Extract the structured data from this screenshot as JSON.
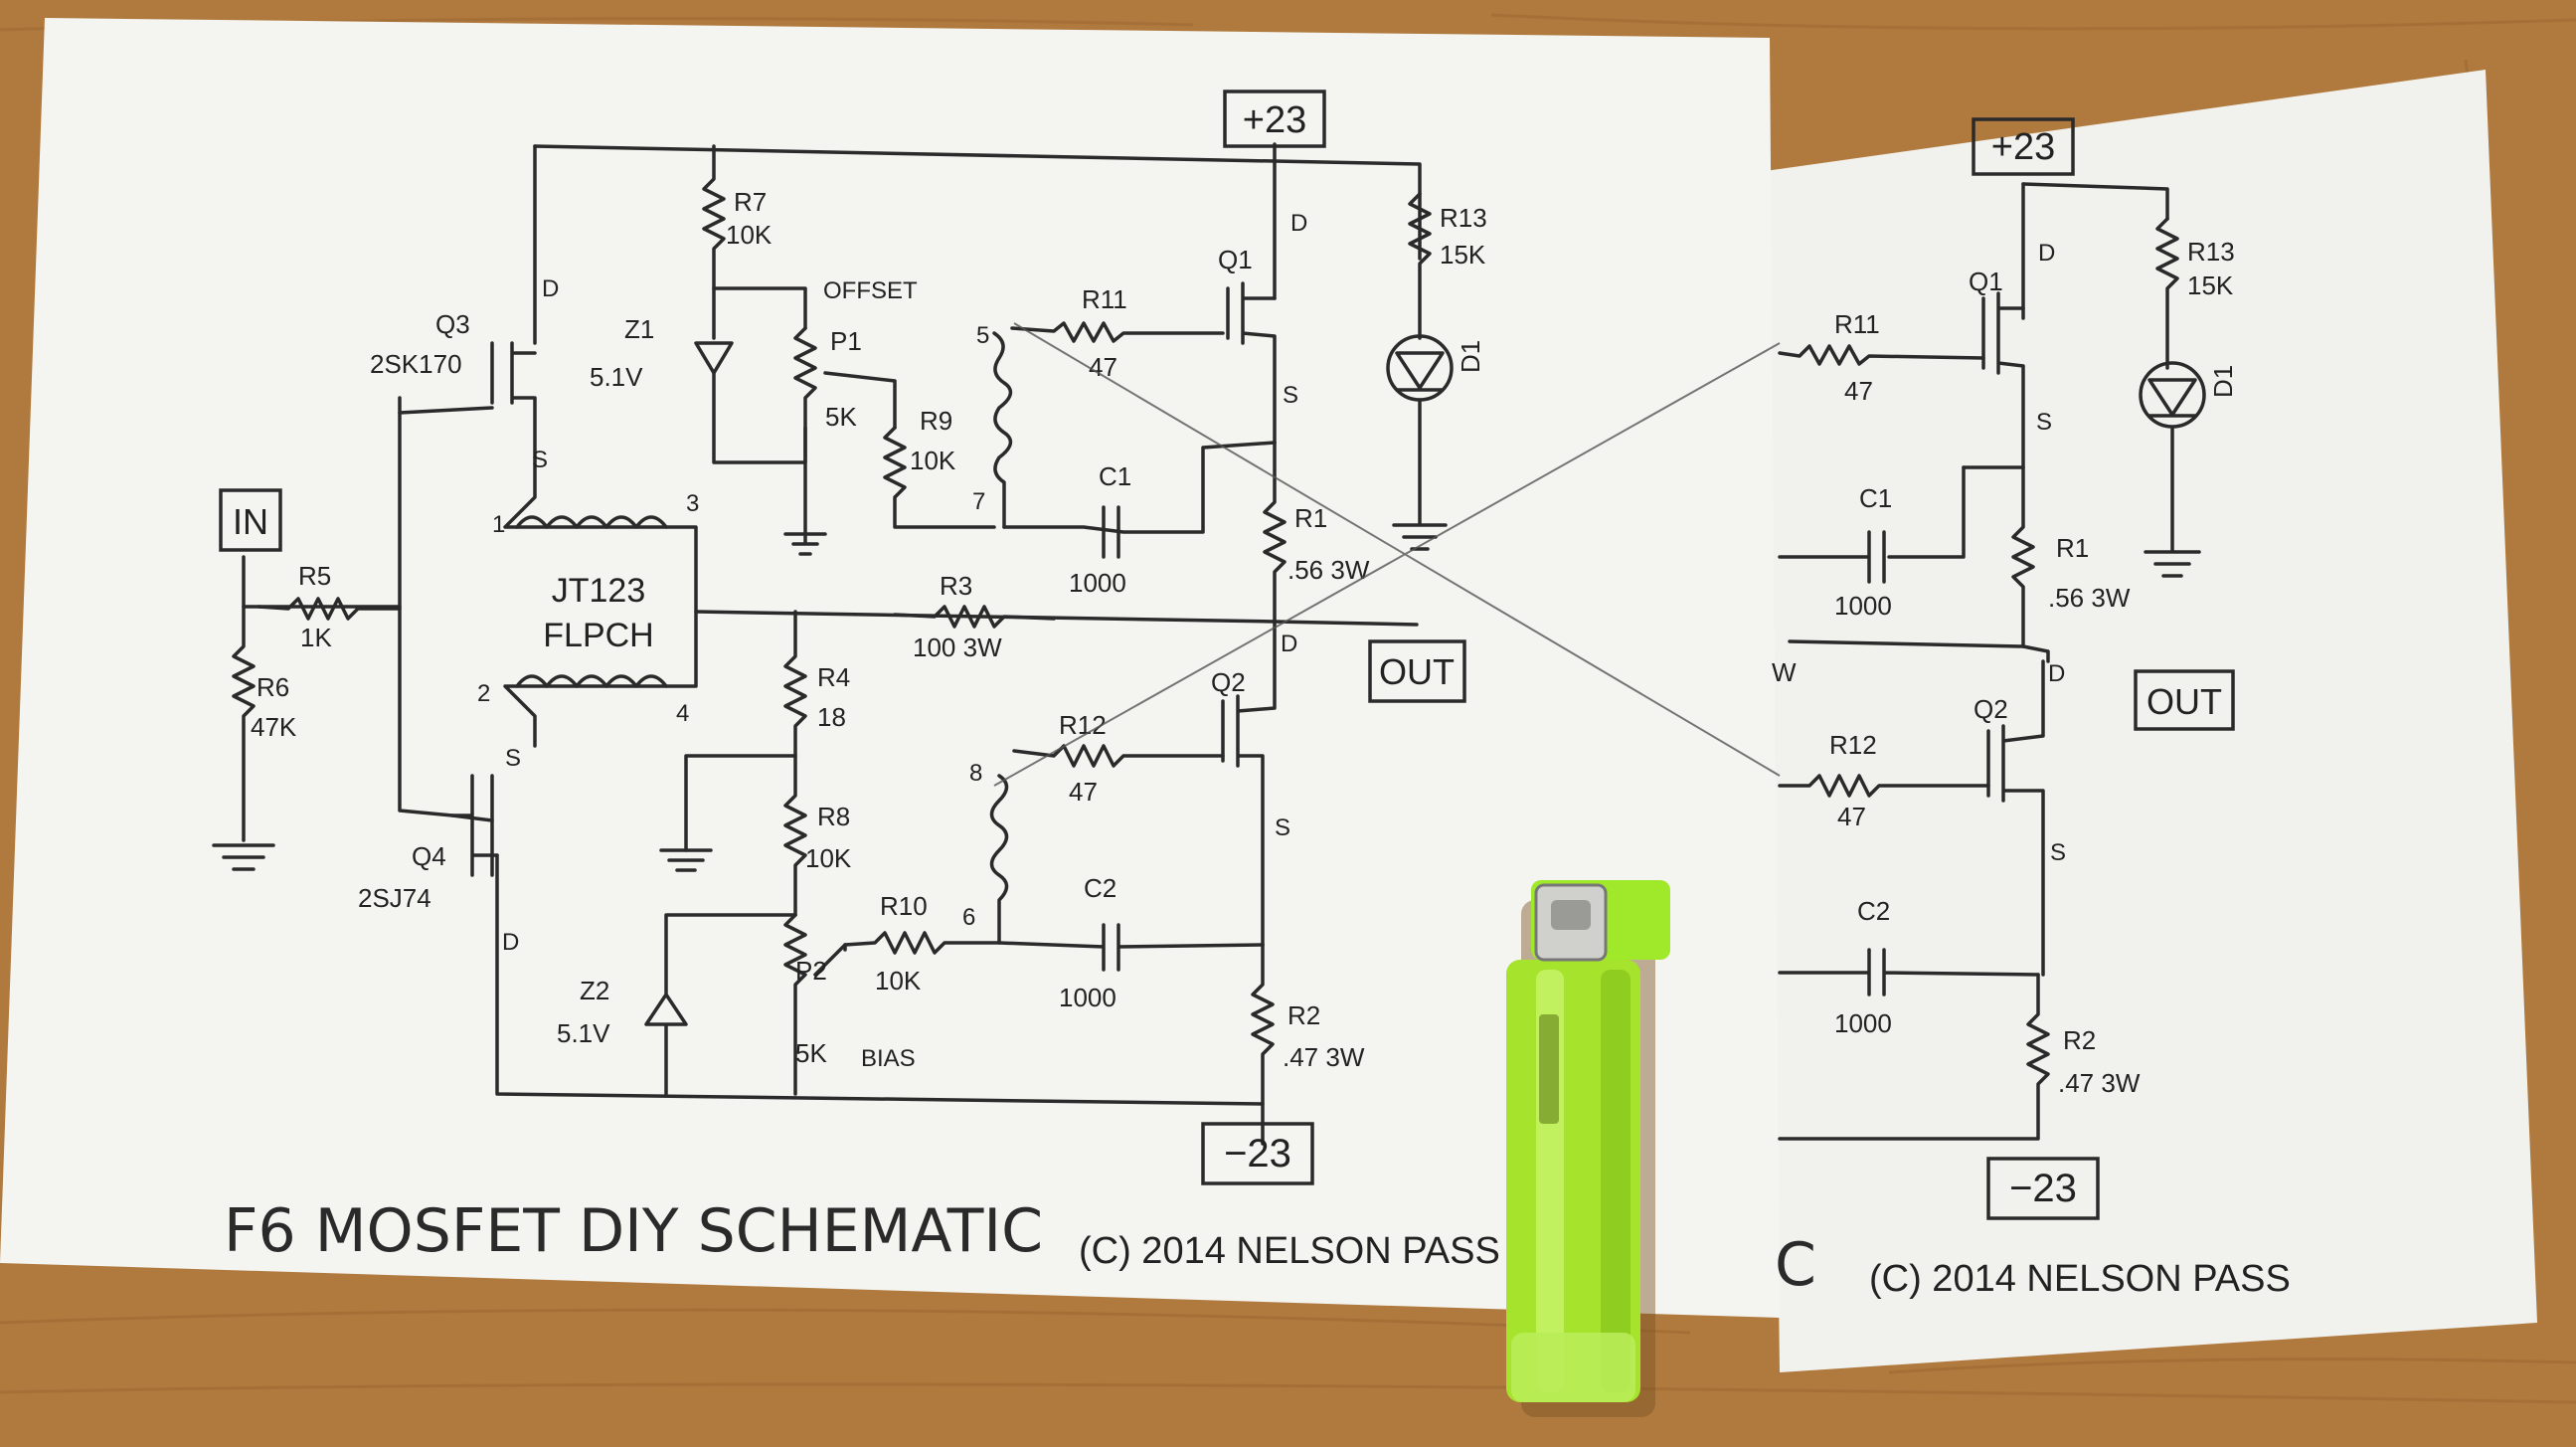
{
  "main_sheet": {
    "title": "F6 MOSFET DIY SCHEMATIC",
    "copyright": "(C) 2014 NELSON PASS",
    "rails": {
      "pos": "+23",
      "neg": "−23"
    },
    "terminals": {
      "in": "IN",
      "out": "OUT"
    },
    "transformer": {
      "line1": "JT123",
      "line2": "FLPCH"
    },
    "pins": {
      "p1": "1",
      "p2": "2",
      "p3": "3",
      "p4": "4",
      "p5": "5",
      "p6": "6",
      "p7": "7",
      "p8": "8"
    },
    "components": {
      "r1": {
        "name": "R1",
        "value": ".56 3W"
      },
      "r2": {
        "name": "R2",
        "value": ".47 3W"
      },
      "r3": {
        "name": "R3",
        "value": "100 3W"
      },
      "r4": {
        "name": "R4",
        "value": "18"
      },
      "r5": {
        "name": "R5",
        "value": "1K"
      },
      "r6": {
        "name": "R6",
        "value": "47K"
      },
      "r7": {
        "name": "R7",
        "value": "10K"
      },
      "r8": {
        "name": "R8",
        "value": "10K"
      },
      "r9": {
        "name": "R9",
        "value": "10K"
      },
      "r10": {
        "name": "R10",
        "value": "10K"
      },
      "r11": {
        "name": "R11",
        "value": "47"
      },
      "r12": {
        "name": "R12",
        "value": "47"
      },
      "r13": {
        "name": "R13",
        "value": "15K"
      },
      "c1": {
        "name": "C1",
        "value": "1000"
      },
      "c2": {
        "name": "C2",
        "value": "1000"
      },
      "z1": {
        "name": "Z1",
        "value": "5.1V"
      },
      "z2": {
        "name": "Z2",
        "value": "5.1V"
      },
      "p1": {
        "name": "P1",
        "value": "5K",
        "note": "OFFSET"
      },
      "p2": {
        "name": "P2",
        "value": "5K",
        "note": "BIAS"
      },
      "q1": {
        "name": "Q1"
      },
      "q2": {
        "name": "Q2"
      },
      "q3": {
        "name": "Q3",
        "part": "2SK170"
      },
      "q4": {
        "name": "Q4",
        "part": "2SJ74"
      },
      "d1": {
        "name": "D1"
      }
    },
    "pin_letters": {
      "d": "D",
      "s": "S"
    }
  },
  "second_sheet": {
    "title_fragment": "C",
    "left_edge_fragment": "W",
    "copyright": "(C) 2014 NELSON PASS",
    "rails": {
      "pos": "+23",
      "neg": "−23"
    },
    "terminals": {
      "out": "OUT"
    },
    "components": {
      "r1": {
        "name": "R1",
        "value": ".56 3W"
      },
      "r2": {
        "name": "R2",
        "value": ".47 3W"
      },
      "r11": {
        "name": "R11",
        "value": "47"
      },
      "r12": {
        "name": "R12",
        "value": "47"
      },
      "r13": {
        "name": "R13",
        "value": "15K"
      },
      "c1": {
        "name": "C1",
        "value": "1000"
      },
      "c2": {
        "name": "C2",
        "value": "1000"
      },
      "q1": {
        "name": "Q1"
      },
      "q2": {
        "name": "Q2"
      },
      "d1": {
        "name": "D1"
      }
    },
    "pin_letters": {
      "d": "D",
      "s": "S"
    }
  },
  "colors": {
    "wood": "#b07a3e",
    "paper": "#f3f3f0",
    "ink": "#2a2a2a",
    "lighter_body": "#a6e32c",
    "lighter_cap": "#9fe82a"
  },
  "objects": {
    "lighter": "lighter-icon",
    "thread": "thread-strand"
  }
}
